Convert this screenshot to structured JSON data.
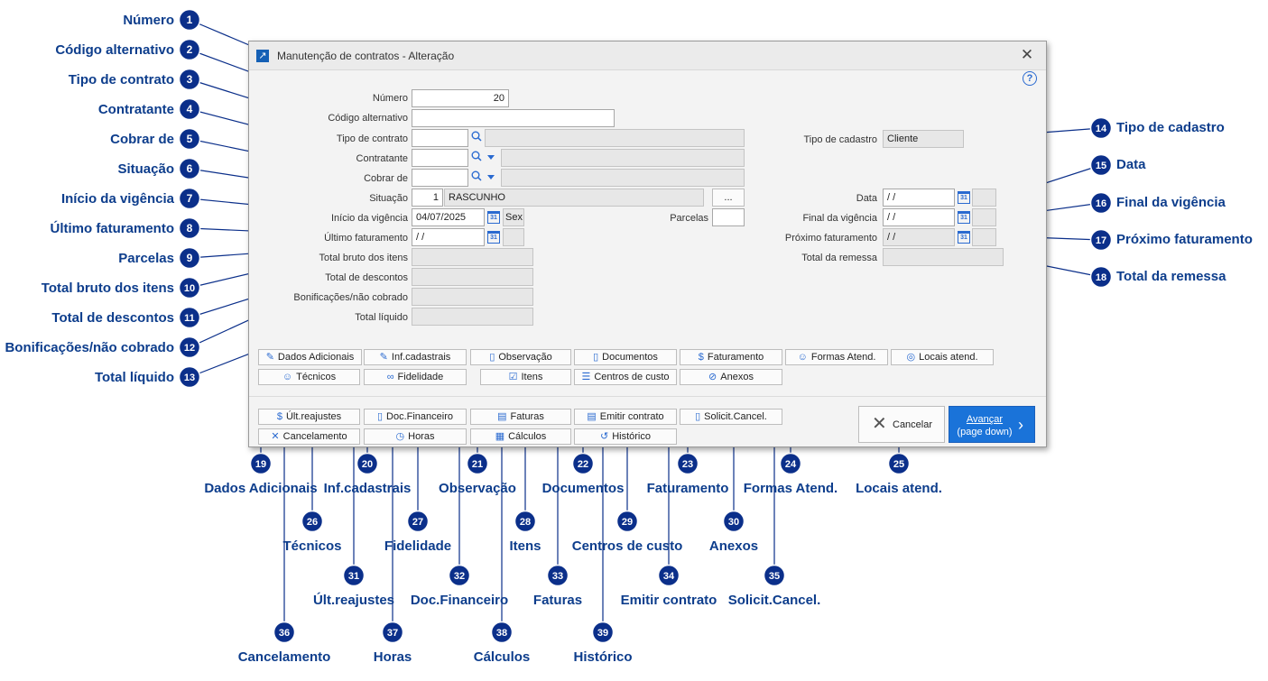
{
  "window": {
    "title": "Manutenção de contratos - Alteração",
    "close_symbol": "✕",
    "help_symbol": "?"
  },
  "form": {
    "numero": {
      "label": "Número",
      "value": "20"
    },
    "codigo_alternativo": {
      "label": "Código alternativo",
      "value": ""
    },
    "tipo_contrato": {
      "label": "Tipo de contrato",
      "value": "",
      "description": ""
    },
    "contratante": {
      "label": "Contratante",
      "value": "",
      "description": ""
    },
    "cobrar_de": {
      "label": "Cobrar de",
      "value": "",
      "description": ""
    },
    "situacao": {
      "label": "Situação",
      "code": "1",
      "description": "RASCUNHO",
      "button": "..."
    },
    "inicio_vigencia": {
      "label": "Início da vigência",
      "value": "04/07/2025",
      "weekday": "Sex"
    },
    "parcelas": {
      "label": "Parcelas",
      "value": ""
    },
    "ultimo_faturamento": {
      "label": "Último faturamento",
      "value": " / /",
      "weekday": ""
    },
    "total_bruto": {
      "label": "Total bruto dos itens",
      "value": ""
    },
    "total_descontos": {
      "label": "Total de descontos",
      "value": ""
    },
    "bonificacoes": {
      "label": "Bonificações/não cobrado",
      "value": ""
    },
    "total_liquido": {
      "label": "Total líquido",
      "value": ""
    },
    "tipo_cadastro": {
      "label": "Tipo de cadastro",
      "value": "Cliente"
    },
    "data": {
      "label": "Data",
      "value": " / /",
      "weekday": ""
    },
    "final_vigencia": {
      "label": "Final da vigência",
      "value": " / /",
      "weekday": ""
    },
    "proximo_faturamento": {
      "label": "Próximo faturamento",
      "value": " / /",
      "weekday": ""
    },
    "total_remessa": {
      "label": "Total da remessa",
      "value": ""
    }
  },
  "buttons": {
    "row1": [
      "Dados Adicionais",
      "Inf.cadastrais",
      "Observação",
      "Documentos",
      "Faturamento",
      "Formas Atend.",
      "Locais atend."
    ],
    "row2": [
      "Técnicos",
      "Fidelidade",
      "Itens",
      "Centros de custo",
      "Anexos"
    ],
    "row3": [
      "Últ.reajustes",
      "Doc.Financeiro",
      "Faturas",
      "Emitir contrato",
      "Solicit.Cancel."
    ],
    "row4": [
      "Cancelamento",
      "Horas",
      "Cálculos",
      "Histórico"
    ],
    "cancel": "Cancelar",
    "next_line1": "Avançar",
    "next_line2": "(page down)"
  },
  "icons": {
    "title": "window-icon",
    "search": "search-icon",
    "dropdown": "dropdown-arrow-icon",
    "calendar": "calendar-icon",
    "calendar_day": "31"
  },
  "callouts": [
    {
      "n": "1",
      "label": "Número"
    },
    {
      "n": "2",
      "label": "Código alternativo"
    },
    {
      "n": "3",
      "label": "Tipo de contrato"
    },
    {
      "n": "4",
      "label": "Contratante"
    },
    {
      "n": "5",
      "label": "Cobrar de"
    },
    {
      "n": "6",
      "label": "Situação"
    },
    {
      "n": "7",
      "label": "Início da vigência"
    },
    {
      "n": "8",
      "label": "Último faturamento"
    },
    {
      "n": "9",
      "label": "Parcelas"
    },
    {
      "n": "10",
      "label": "Total bruto dos itens"
    },
    {
      "n": "11",
      "label": "Total de descontos"
    },
    {
      "n": "12",
      "label": "Bonificações/não cobrado"
    },
    {
      "n": "13",
      "label": "Total líquido"
    },
    {
      "n": "14",
      "label": "Tipo de cadastro"
    },
    {
      "n": "15",
      "label": "Data"
    },
    {
      "n": "16",
      "label": "Final da vigência"
    },
    {
      "n": "17",
      "label": "Próximo faturamento"
    },
    {
      "n": "18",
      "label": "Total da remessa"
    },
    {
      "n": "19",
      "label": "Dados Adicionais"
    },
    {
      "n": "20",
      "label": "Inf.cadastrais"
    },
    {
      "n": "21",
      "label": "Observação"
    },
    {
      "n": "22",
      "label": "Documentos"
    },
    {
      "n": "23",
      "label": "Faturamento"
    },
    {
      "n": "24",
      "label": "Formas Atend."
    },
    {
      "n": "25",
      "label": "Locais atend."
    },
    {
      "n": "26",
      "label": "Técnicos"
    },
    {
      "n": "27",
      "label": "Fidelidade"
    },
    {
      "n": "28",
      "label": "Itens"
    },
    {
      "n": "29",
      "label": "Centros de custo"
    },
    {
      "n": "30",
      "label": "Anexos"
    },
    {
      "n": "31",
      "label": "Últ.reajustes"
    },
    {
      "n": "32",
      "label": "Doc.Financeiro"
    },
    {
      "n": "33",
      "label": "Faturas"
    },
    {
      "n": "34",
      "label": "Emitir contrato"
    },
    {
      "n": "35",
      "label": "Solicit.Cancel."
    },
    {
      "n": "36",
      "label": "Cancelamento"
    },
    {
      "n": "37",
      "label": "Horas"
    },
    {
      "n": "38",
      "label": "Cálculos"
    },
    {
      "n": "39",
      "label": "Histórico"
    }
  ],
  "colors": {
    "callout_badge": "#0b2f8a",
    "callout_text": "#0d3d8c",
    "primary_button": "#1a73d9",
    "icon_blue": "#2a6ad0"
  }
}
